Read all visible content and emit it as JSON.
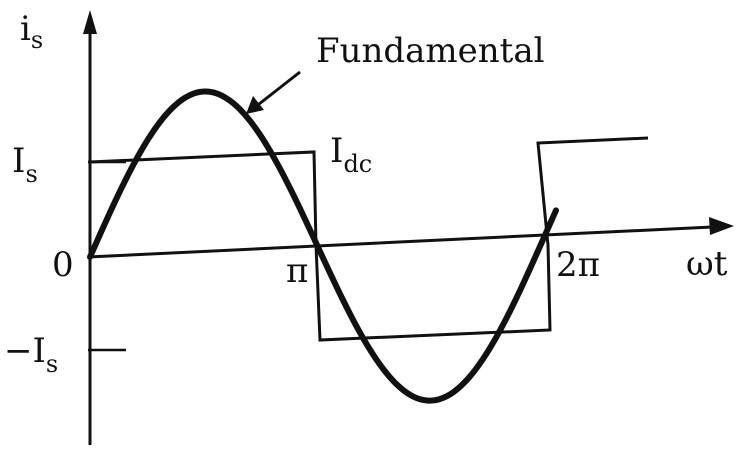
{
  "labels": {
    "y_axis": "i",
    "y_axis_sub": "s",
    "x_axis": "ωt",
    "fundamental": "Fundamental",
    "idc": "I",
    "idc_sub": "dc",
    "is_pos": "I",
    "is_pos_sub": "s",
    "is_neg": "−I",
    "is_neg_sub": "s",
    "zero": "0",
    "pi": "π",
    "two_pi": "2π"
  },
  "colors": {
    "ink": "#111111",
    "background": "#ffffff"
  }
}
